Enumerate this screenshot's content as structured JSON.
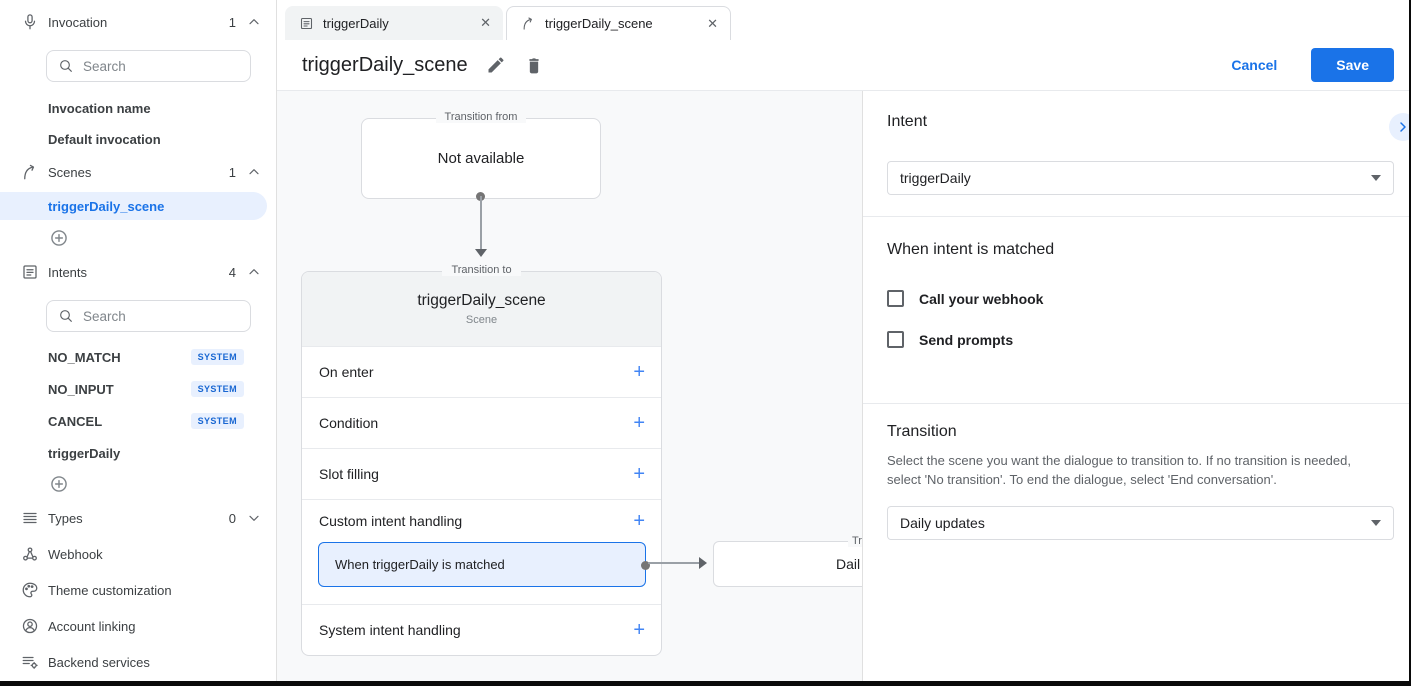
{
  "glyphs": {
    "plus": "+",
    "close": "✕"
  },
  "colors": {
    "accent": "#1a73e8",
    "accent_light": "#e8f0fe",
    "canvas_bg": "#f8f9fa",
    "card_header_bg": "#f1f3f4",
    "border": "#dadce0"
  },
  "tabs": [
    {
      "label": "triggerDaily",
      "icon": "intents-icon",
      "active": false
    },
    {
      "label": "triggerDaily_scene",
      "icon": "scenes-icon",
      "active": true
    }
  ],
  "header": {
    "title": "triggerDaily_scene",
    "cancel": "Cancel",
    "save": "Save"
  },
  "sidebar": {
    "search_placeholder": "Search",
    "invocation": {
      "label": "Invocation",
      "count": "1"
    },
    "invocation_items": [
      {
        "label": "Invocation name"
      },
      {
        "label": "Default invocation"
      }
    ],
    "scenes": {
      "label": "Scenes",
      "count": "1"
    },
    "scene_items": [
      {
        "label": "triggerDaily_scene",
        "selected": true
      }
    ],
    "intents": {
      "label": "Intents",
      "count": "4"
    },
    "intent_items": [
      {
        "label": "NO_MATCH",
        "badge": "SYSTEM"
      },
      {
        "label": "NO_INPUT",
        "badge": "SYSTEM"
      },
      {
        "label": "CANCEL",
        "badge": "SYSTEM"
      },
      {
        "label": "triggerDaily",
        "badge": ""
      }
    ],
    "types": {
      "label": "Types",
      "count": "0"
    },
    "links": [
      {
        "label": "Webhook"
      },
      {
        "label": "Theme customization"
      },
      {
        "label": "Account linking"
      },
      {
        "label": "Backend services"
      }
    ]
  },
  "canvas": {
    "transition_from": {
      "label": "Transition from",
      "content": "Not available"
    },
    "scene_card": {
      "label": "Transition to",
      "title": "triggerDaily_scene",
      "subtitle": "Scene",
      "sections": [
        {
          "label": "On enter"
        },
        {
          "label": "Condition"
        },
        {
          "label": "Slot filling"
        },
        {
          "label": "Custom intent handling"
        },
        {
          "label": "System intent handling"
        }
      ],
      "handler": {
        "label": "When triggerDaily is matched"
      }
    },
    "target_box": {
      "label_visible": "Tr",
      "content_visible": "Dail"
    }
  },
  "panel": {
    "intent": {
      "heading": "Intent",
      "selected": "triggerDaily"
    },
    "matched": {
      "heading": "When intent is matched",
      "options": [
        {
          "label": "Call your webhook",
          "checked": false
        },
        {
          "label": "Send prompts",
          "checked": false
        }
      ]
    },
    "transition": {
      "heading": "Transition",
      "description": "Select the scene you want the dialogue to transition to. If no transition is needed, select 'No transition'. To end the dialogue, select 'End conversation'.",
      "selected": "Daily updates"
    }
  }
}
